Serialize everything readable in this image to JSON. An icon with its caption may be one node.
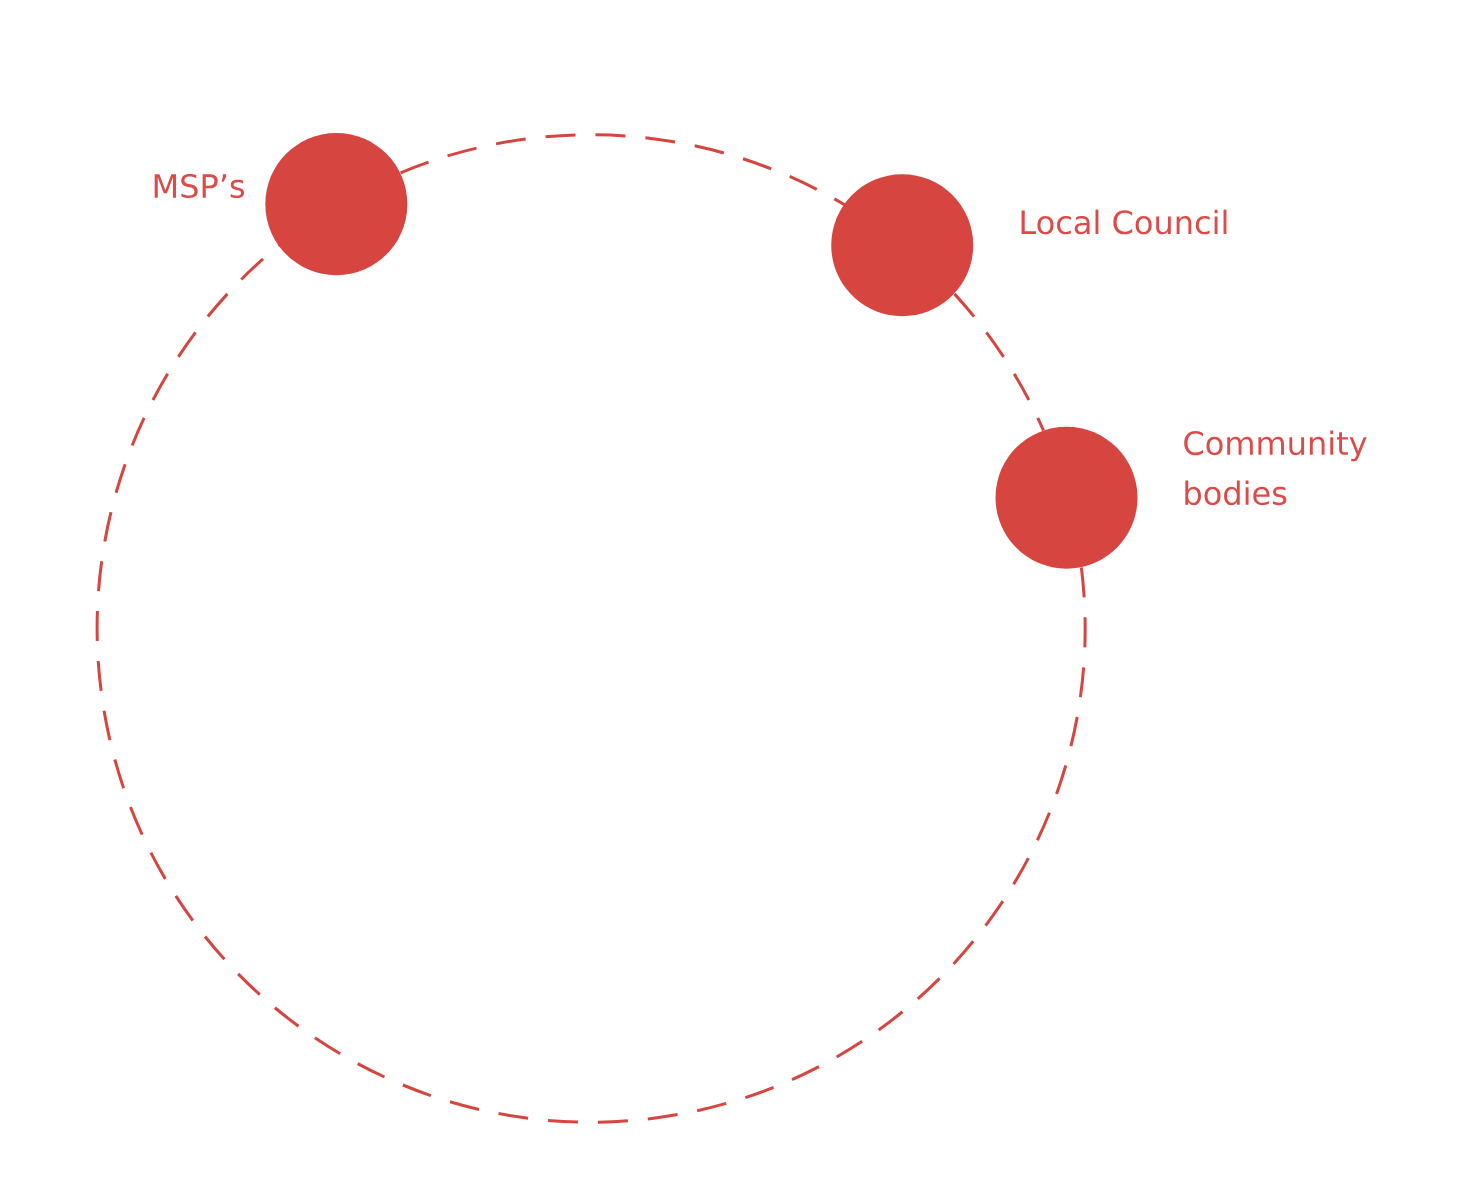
{
  "diagram": {
    "nodes": [
      {
        "text": [],
        "shape": "circle",
        "beside": [
          "MSP’s"
        ]
      },
      {
        "text": [],
        "shape": "circle",
        "beside": [
          "Local Council"
        ]
      },
      {
        "text": [],
        "shape": "circle",
        "beside": [
          "Community bodies"
        ]
      }
    ],
    "edges": [
      {
        "from": 0,
        "to": 1,
        "arrow": "none",
        "style": "dashed"
      },
      {
        "from": 1,
        "to": 2,
        "arrow": "none",
        "style": "dashed"
      },
      {
        "from": 2,
        "to": 0,
        "arrow": "none",
        "style": "dashed"
      }
    ]
  }
}
